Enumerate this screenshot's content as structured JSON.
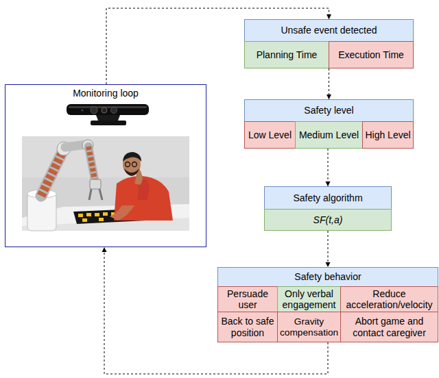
{
  "diagram": {
    "nodes": [
      {
        "text": [
          "Monitoring loop"
        ]
      },
      {
        "text": [
          "Unsafe event detected"
        ]
      },
      {
        "text": [
          "Planning Time"
        ],
        "in": 1
      },
      {
        "text": [
          "Execution Time"
        ],
        "in": 1
      },
      {
        "text": [
          "Safety level"
        ]
      },
      {
        "text": [
          "Low Level"
        ],
        "in": 4
      },
      {
        "text": [
          "Medium Level"
        ],
        "in": 4
      },
      {
        "text": [
          "High Level"
        ],
        "in": 4
      },
      {
        "text": [
          "Safety algorithm"
        ]
      },
      {
        "text": [
          "SF(t,a)"
        ],
        "in": 8
      },
      {
        "text": [
          "Safety behavior"
        ]
      },
      {
        "text": [
          "Persuade user"
        ],
        "in": 10
      },
      {
        "text": [
          "Only verbal engagement"
        ],
        "in": 10
      },
      {
        "text": [
          "Reduce acceleration/velocity"
        ],
        "in": 10
      },
      {
        "text": [
          "Back to safe position"
        ],
        "in": 10
      },
      {
        "text": [
          "Gravity compensation"
        ],
        "in": 10
      },
      {
        "text": [
          "Abort game and contact caregiver"
        ],
        "in": 10
      }
    ],
    "edges": [
      {
        "from": 0,
        "to": 1,
        "arrow": "to"
      },
      {
        "from": 1,
        "to": 4,
        "arrow": "to"
      },
      {
        "from": 4,
        "to": 8,
        "arrow": "to"
      },
      {
        "from": 8,
        "to": 10,
        "arrow": "to"
      },
      {
        "from": 10,
        "to": 0,
        "arrow": "to"
      }
    ]
  }
}
